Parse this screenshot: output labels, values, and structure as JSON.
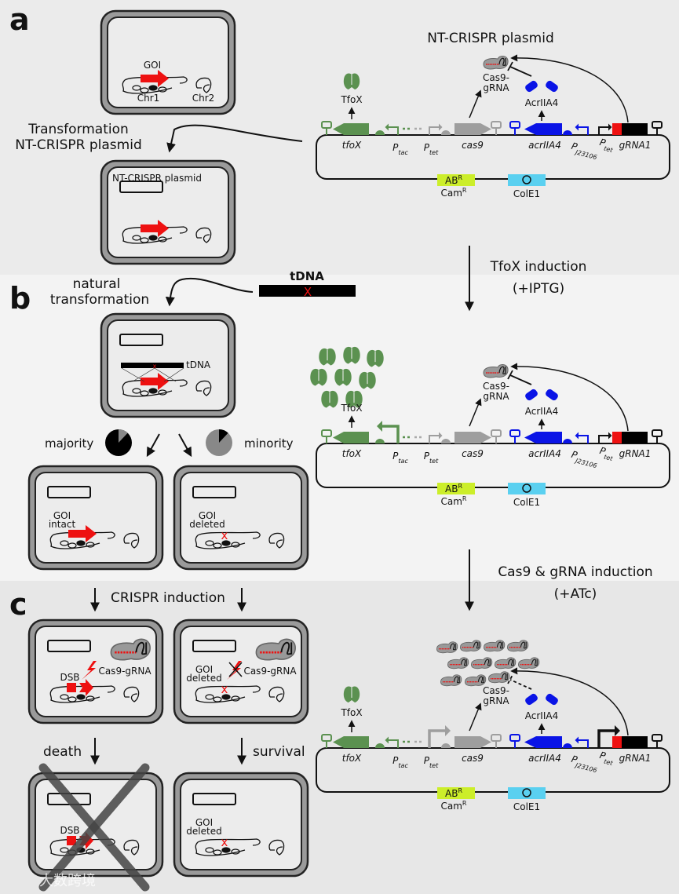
{
  "panels": {
    "a": "a",
    "b": "b",
    "c": "c"
  },
  "plasmid_title": "NT-CRISPR plasmid",
  "plasmid": {
    "genes": {
      "tfox": "tfoX",
      "cas9": "cas9",
      "acr": "acrIIA4",
      "grna": "gRNA1"
    },
    "promoters": {
      "ptac": {
        "p": "P",
        "sub": "tac"
      },
      "ptet": {
        "p": "P",
        "sub": "tet"
      },
      "pj": {
        "p": "P",
        "sub": "J23106"
      },
      "ptet2": {
        "p": "P",
        "sub": "tet"
      }
    },
    "abr": "AB",
    "abr_sup": "R",
    "camr": "Cam",
    "camr_sup": "R",
    "ori": "ColE1"
  },
  "proteins": {
    "tfox": "TfoX",
    "cas9_1": "Cas9-",
    "cas9_2": "gRNA",
    "acr": "AcrIIA4"
  },
  "steps": {
    "transformation_1": "Transformation",
    "transformation_2": "NT-CRISPR plasmid",
    "tfox_induction_1": "TfoX induction",
    "tfox_induction_2": "(+IPTG)",
    "natural_1": "natural",
    "natural_2": "transformation",
    "tdna": "tDNA",
    "cas9_induction_1": "Cas9 & gRNA induction",
    "cas9_induction_2": "(+ATc)",
    "crispr": "CRISPR induction",
    "death": "death",
    "survival": "survival",
    "majority": "majority",
    "minority": "minority"
  },
  "cells": {
    "goi": "GOI",
    "chr1": "Chr1",
    "chr2": "Chr2",
    "plasmid_label": "NT-CRISPR plasmid",
    "tdna": "tDNA",
    "intact": "intact",
    "deleted": "deleted",
    "dsb": "DSB",
    "cas9grna": "Cas9-gRNA"
  },
  "pies": {
    "majority_black_fraction": 0.88,
    "minority_black_fraction": 0.12
  },
  "colors": {
    "tfox": "#5b9150",
    "cas9": "#9e9e9e",
    "acr": "#0a14e6",
    "goi": "#ee1111",
    "abr": "#ccee2a",
    "ori": "#5ad0f0",
    "bg_a": "#ebebeb",
    "bg_b": "#f3f3f3",
    "bg_c": "#e7e7e7"
  },
  "watermark": "大数跨境"
}
